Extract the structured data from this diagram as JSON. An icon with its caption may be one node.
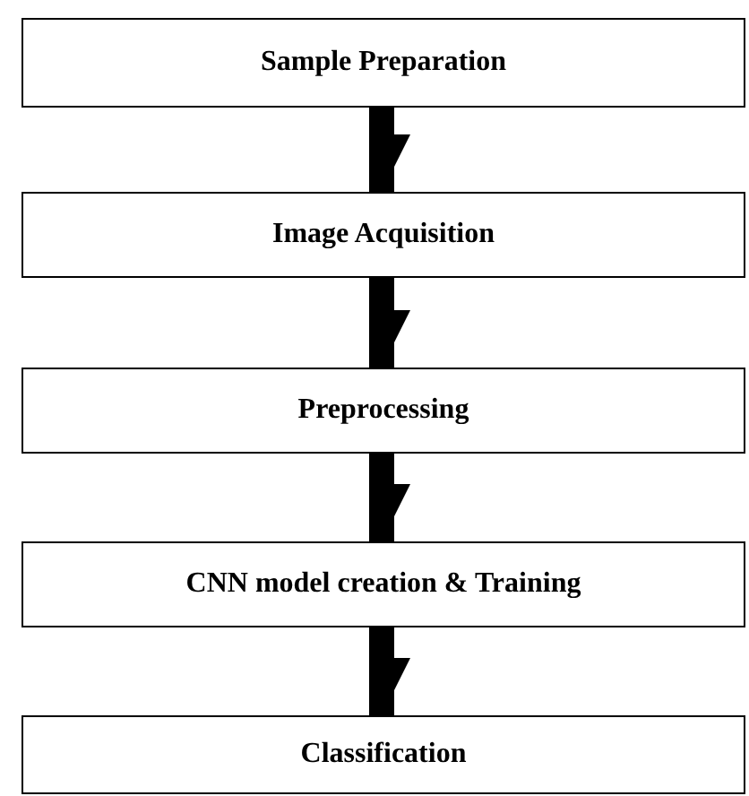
{
  "diagram": {
    "nodes": [
      {
        "text": [
          "Sample Preparation"
        ]
      },
      {
        "text": [
          "Image Acquisition"
        ]
      },
      {
        "text": [
          "Preprocessing"
        ]
      },
      {
        "text": [
          "CNN model creation & Training"
        ]
      },
      {
        "text": [
          "Classification"
        ]
      }
    ],
    "edges": [
      {
        "from": 0,
        "to": 1,
        "arrow": "to"
      },
      {
        "from": 1,
        "to": 2,
        "arrow": "to"
      },
      {
        "from": 2,
        "to": 3,
        "arrow": "to"
      },
      {
        "from": 3,
        "to": 4,
        "arrow": "to"
      }
    ]
  }
}
